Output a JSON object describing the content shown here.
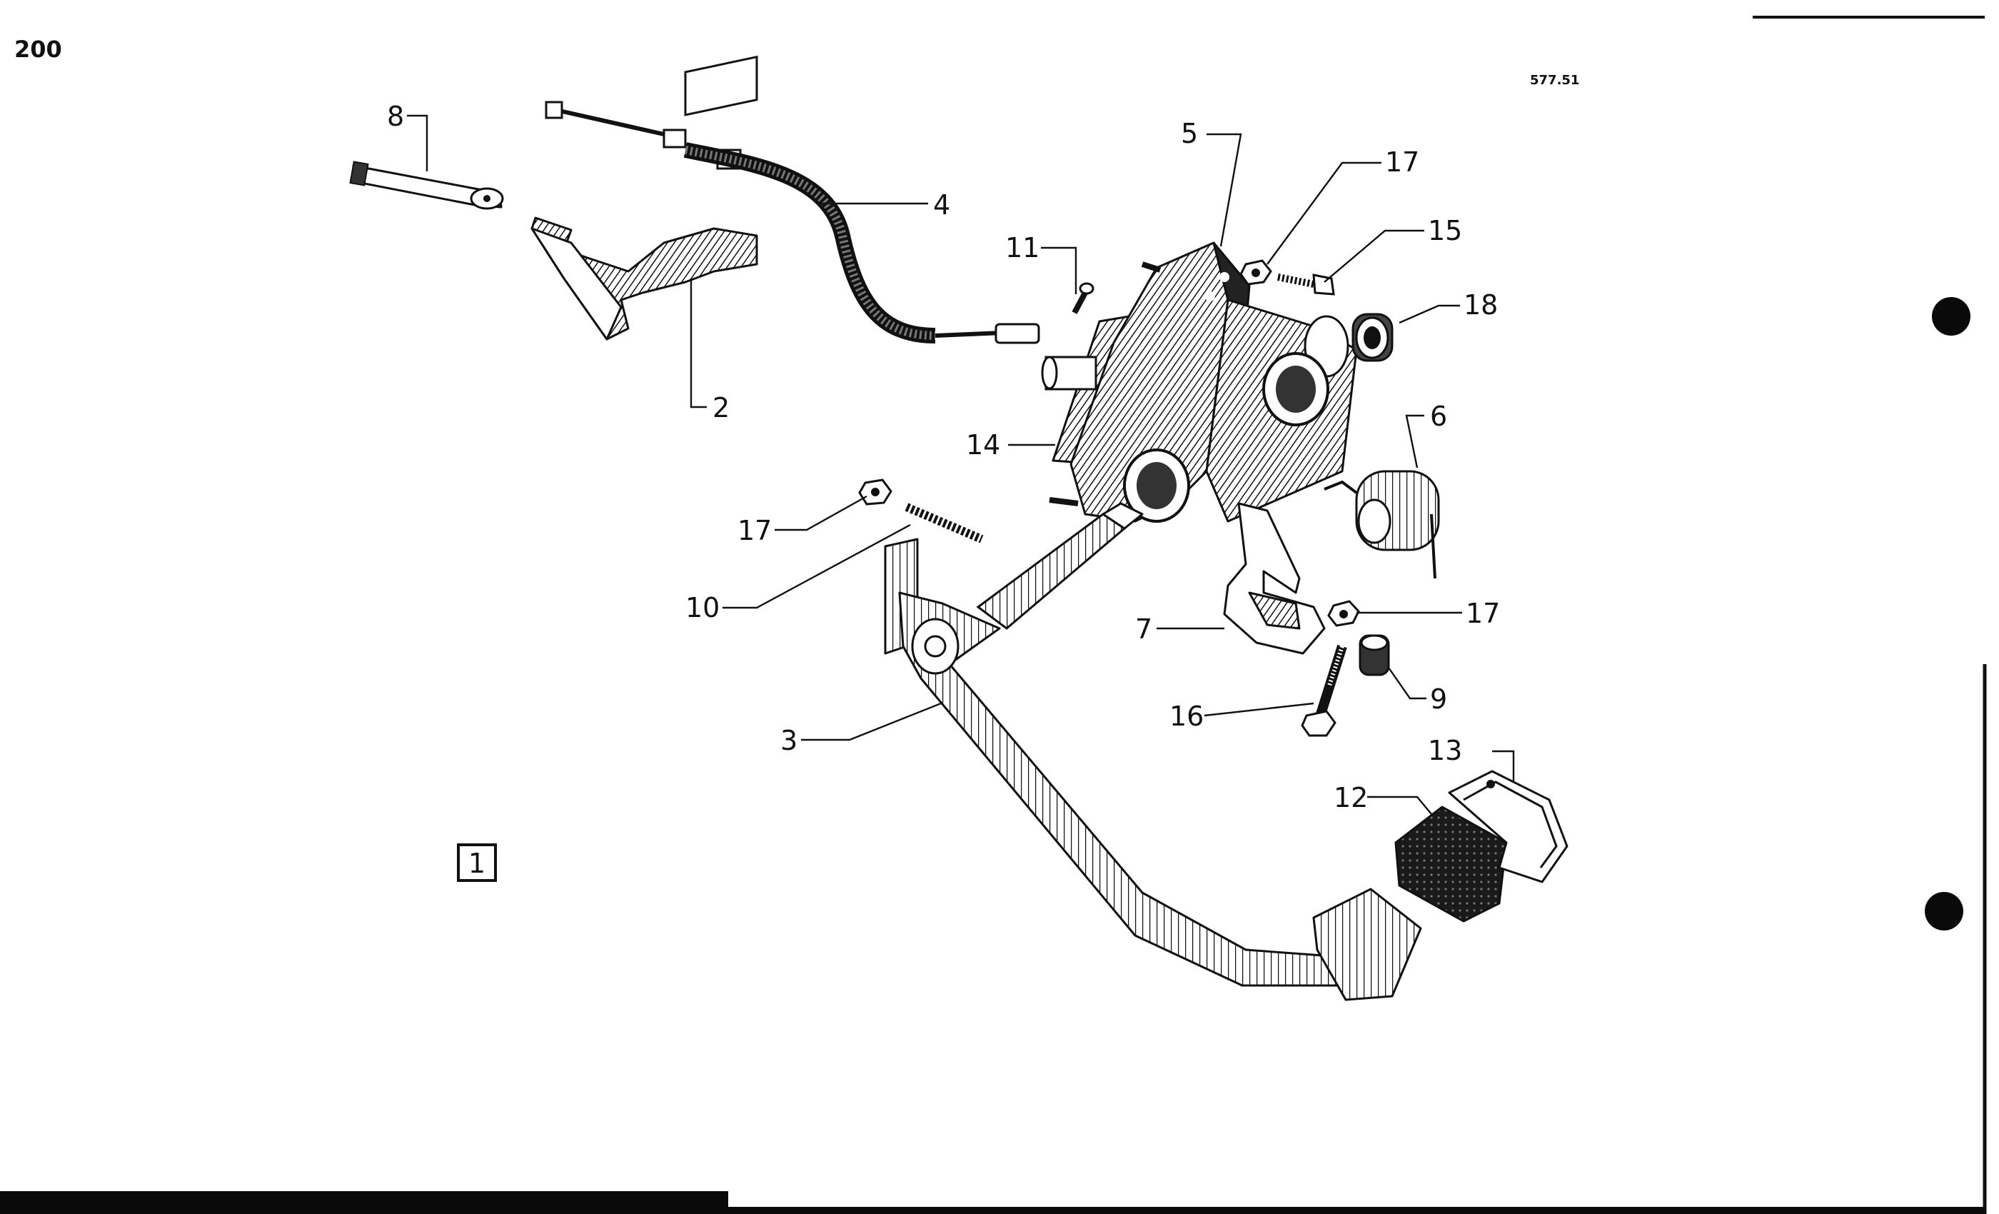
{
  "page_number": "200",
  "figure_ref": "577.51",
  "figure_box": "1",
  "callouts": {
    "c8": "8",
    "c4": "4",
    "c2": "2",
    "c5": "5",
    "c17a": "17",
    "c15": "15",
    "c11": "11",
    "c18": "18",
    "c6": "6",
    "c14": "14",
    "c17b": "17",
    "c10": "10",
    "c7": "7",
    "c17c": "17",
    "c9": "9",
    "c16": "16",
    "c3": "3",
    "c13": "13",
    "c12": "12"
  },
  "colors": {
    "ink": "#111111",
    "paper": "#ffffff",
    "pad": "#2a2a2a"
  }
}
